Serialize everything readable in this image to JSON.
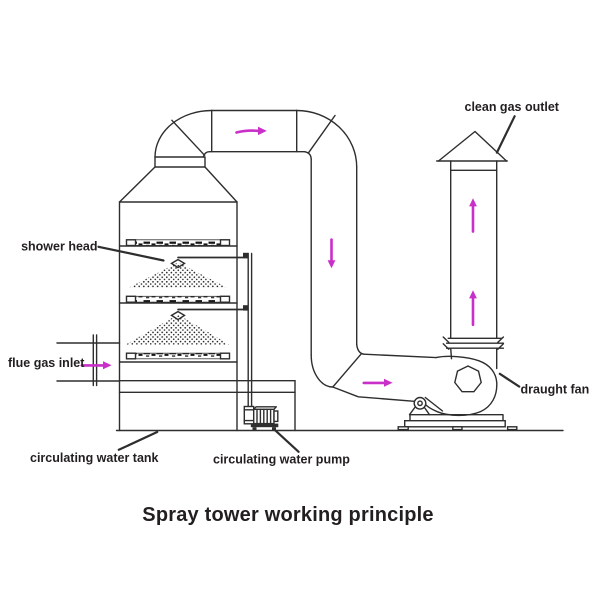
{
  "diagram": {
    "title": "Spray tower working principle",
    "labels": {
      "shower_head": "shower head",
      "flue_gas_inlet": "flue gas inlet",
      "circulating_water_tank": "circulating water tank",
      "circulating_water_pump": "circulating water pump",
      "clean_gas_outlet": "clean gas outlet",
      "draught_fan": "draught fan"
    },
    "colors": {
      "outline": "#2e2e2e",
      "text": "#231f20",
      "flow_arrow": "#c92fc9",
      "background": "#ffffff"
    },
    "flow_arrows": [
      {
        "name": "flue-gas-inlet-flow-arrow",
        "direction": "right"
      },
      {
        "name": "top-duct-flow-arrow",
        "direction": "right"
      },
      {
        "name": "down-duct-flow-arrow",
        "direction": "down"
      },
      {
        "name": "fan-inlet-duct-flow-arrow",
        "direction": "right"
      },
      {
        "name": "stack-lower-flow-arrow",
        "direction": "up"
      },
      {
        "name": "stack-upper-flow-arrow",
        "direction": "up"
      }
    ]
  }
}
